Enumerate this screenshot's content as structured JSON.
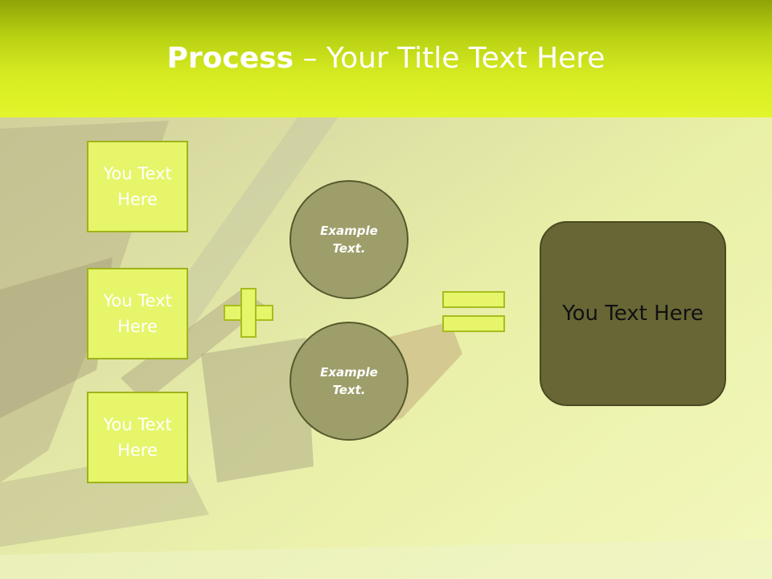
{
  "slide": {
    "title_bold": "Process",
    "title_separator": " – ",
    "title_rest": "Your Title Text Here"
  },
  "left_boxes": [
    {
      "text": "You Text Here"
    },
    {
      "text": "You Text Here"
    },
    {
      "text": "You Text Here"
    }
  ],
  "circles": [
    {
      "text": "Example Text."
    },
    {
      "text": "Example Text."
    }
  ],
  "result": {
    "text": "You Text Here"
  },
  "colors": {
    "header_top": "#8fa307",
    "header_bottom": "#e3f52c",
    "box_fill": "#e6f56a",
    "circle_fill": "#9e9e6b",
    "result_fill": "#686635"
  },
  "icons": {
    "plus": "plus-icon",
    "equals": "equals-icon"
  }
}
